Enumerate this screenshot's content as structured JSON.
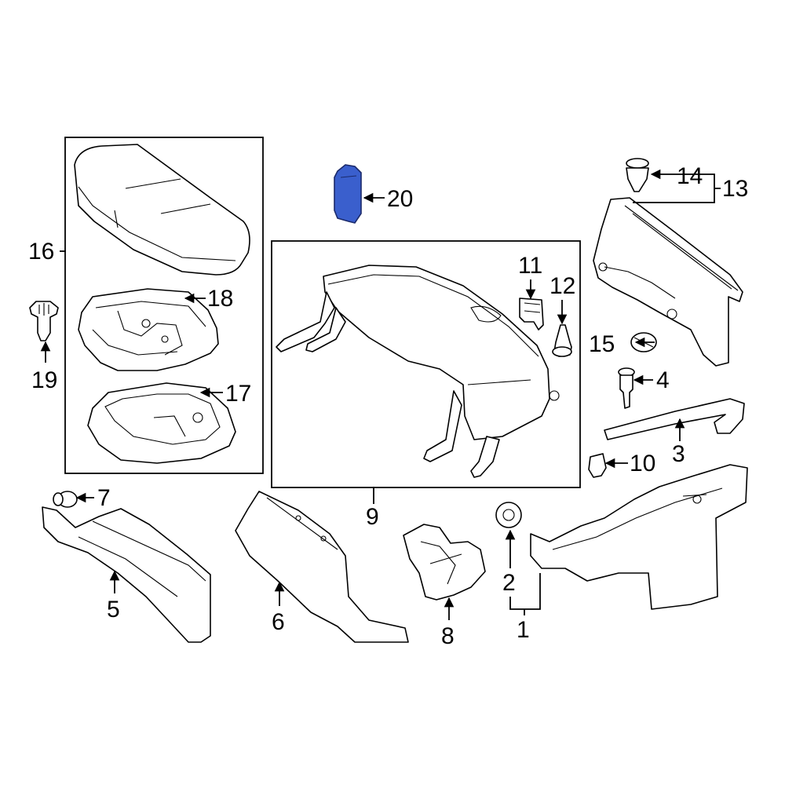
{
  "diagram": {
    "labels": {
      "p1": "1",
      "p2": "2",
      "p3": "3",
      "p4": "4",
      "p5": "5",
      "p6": "6",
      "p7": "7",
      "p8": "8",
      "p9": "9",
      "p10": "10",
      "p11": "11",
      "p12": "12",
      "p13": "13",
      "p14": "14",
      "p15": "15",
      "p16": "16",
      "p17": "17",
      "p18": "18",
      "p19": "19",
      "p20": "20"
    },
    "highlight_color": "#3a5fcd"
  }
}
